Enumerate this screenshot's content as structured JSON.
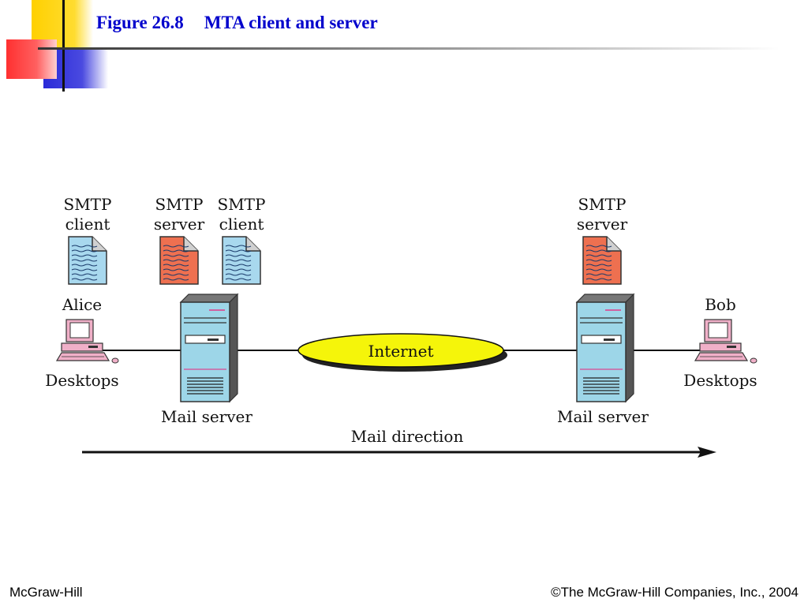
{
  "title": {
    "figure": "Figure 26.8",
    "caption": "MTA client and server"
  },
  "diagram": {
    "agents": {
      "alice_smtp_client": [
        "SMTP",
        "client"
      ],
      "server1_smtp_server": [
        "SMTP",
        "server"
      ],
      "server1_smtp_client": [
        "SMTP",
        "client"
      ],
      "server2_smtp_server": [
        "SMTP",
        "server"
      ]
    },
    "alice_label": "Alice",
    "bob_label": "Bob",
    "desktops_label": "Desktops",
    "mail_server_label": "Mail server",
    "internet_label": "Internet",
    "direction_label": "Mail direction"
  },
  "colors": {
    "title_blue": "#0000cc",
    "doc_client": "#a8d8ee",
    "doc_server": "#ee7050",
    "tower": "#9dd6e8",
    "internet": "#f5f50a"
  },
  "footer": {
    "left": "McGraw-Hill",
    "right": "©The McGraw-Hill Companies, Inc., 2004"
  }
}
